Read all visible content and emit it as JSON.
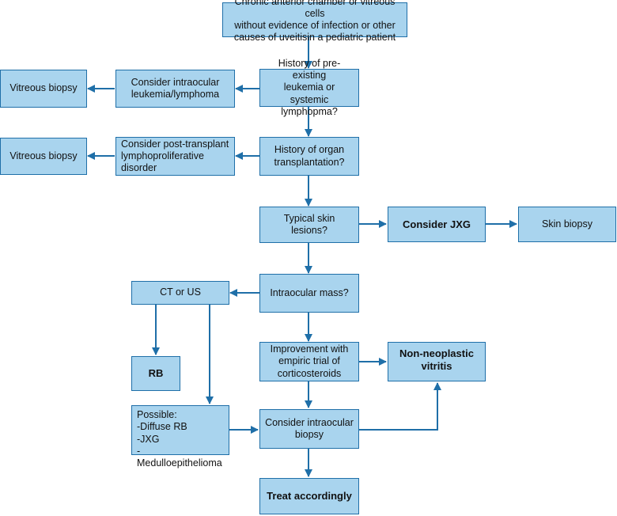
{
  "nodes": {
    "start": "Chronic anterior chamber or vitreous cells\nwithout evidence of infection or other\ncauses of uveitisin a pediatric patient",
    "history_leukemia": "History of pre-existing\nleukemia or systemic\nlymphopma?",
    "consider_leukemia": "Consider intraocular\nleukemia/lymphoma",
    "vitreous_biopsy_1": "Vitreous biopsy",
    "history_transplant": "History of organ\ntransplantation?",
    "consider_ptld": "Consider post-transplant\nlymphoproliferative\ndisorder",
    "vitreous_biopsy_2": "Vitreous biopsy",
    "skin_lesions": "Typical skin lesions?",
    "consider_jxg": "Consider JXG",
    "skin_biopsy": "Skin biopsy",
    "intraocular_mass": "Intraocular mass?",
    "ct_us": "CT or US",
    "rb": "RB",
    "possible": "Possible:\n-Diffuse RB\n-JXG\n-Medulloepithelioma",
    "steroid_trial": "Improvement with\nempiric trial of\ncorticosteroids",
    "non_neoplastic": "Non-neoplastic\nvitritis",
    "intraocular_biopsy": "Consider intraocular\nbiopsy",
    "treat": "Treat accordingly"
  },
  "colors": {
    "box_fill": "#a9d4ee",
    "box_border": "#1f6fa8",
    "arrow": "#1f6fa8"
  }
}
